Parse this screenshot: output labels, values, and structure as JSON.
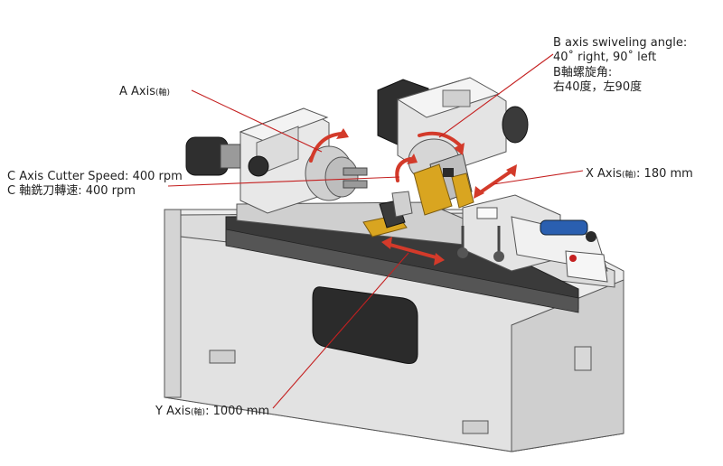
{
  "labels": {
    "a_axis": {
      "main": "A Axis",
      "sub": "(軸)"
    },
    "b_axis": {
      "line1": "B axis swiveling angle:",
      "line2": "40˚ right, 90˚ left",
      "line3": "B軸螺旋角:",
      "line4": "右40度，左90度"
    },
    "c_axis": {
      "line1": "C Axis Cutter Speed: 400 rpm",
      "line2": "C 軸銑刀轉速: 400 rpm"
    },
    "x_axis": {
      "main": "X Axis",
      "sub": "(軸)",
      "value": ": 180 mm"
    },
    "y_axis": {
      "main": "Y Axis",
      "sub": "(軸)",
      "value": ": 1000 mm"
    }
  },
  "colors": {
    "machine_body": "#e6e6e6",
    "machine_shadow": "#b9b9b9",
    "rail_dark": "#3a3a3a",
    "leader_line": "#c42020",
    "arrow_red": "#d33a2a",
    "gold_parts": "#d9a520",
    "motor_blue": "#2a5fb0",
    "window_dark": "#2b2b2b"
  }
}
